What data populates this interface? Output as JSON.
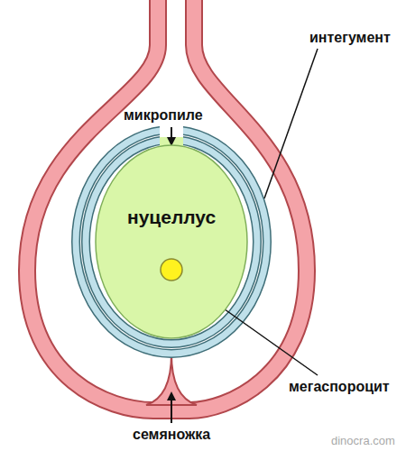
{
  "diagram": {
    "nodes": [
      {
        "text": [
          "нуцеллус"
        ]
      }
    ],
    "labels": [
      "микропиле",
      "интегумент",
      "мегаспороцит",
      "семяножка",
      "dinocra.com"
    ]
  }
}
